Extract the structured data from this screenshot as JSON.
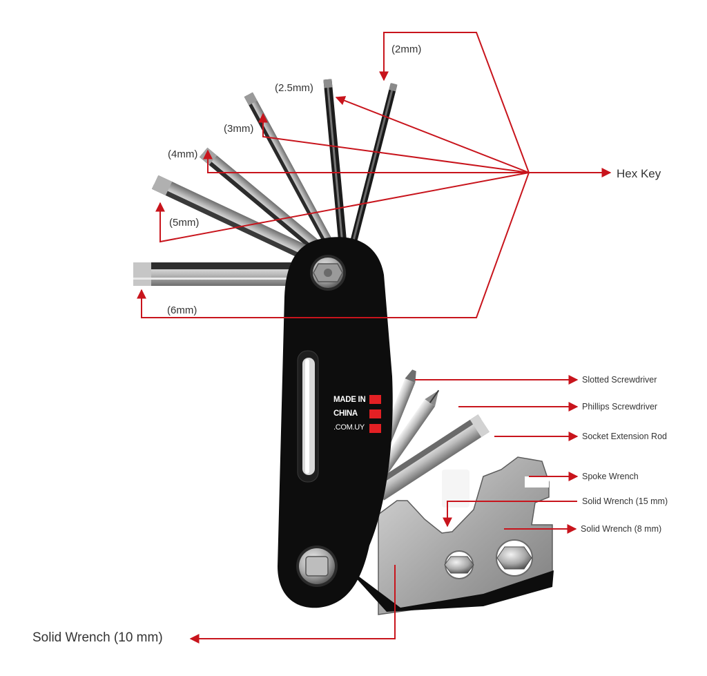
{
  "colors": {
    "leader": "#c8141c",
    "body": "#0d0d0d",
    "steel_light": "#e8e8e8",
    "steel_mid": "#b4b4b4",
    "steel_dark": "#555555",
    "logo_red": "#e32024"
  },
  "labels": {
    "hex_2": "(2mm)",
    "hex_25": "(2.5mm)",
    "hex_3": "(3mm)",
    "hex_4": "(4mm)",
    "hex_5": "(5mm)",
    "hex_6": "(6mm)",
    "hex_key": "Hex Key",
    "slotted": "Slotted Screwdriver",
    "phillips": "Phillips Screwdriver",
    "socket_rod": "Socket Extension Rod",
    "spoke": "Spoke Wrench",
    "solid15": "Solid Wrench (15 mm)",
    "solid8": "Solid Wrench (8 mm)",
    "solid10": "Solid Wrench (10 mm)"
  },
  "logo": {
    "line1": "MADE IN",
    "line2": "CHINA",
    "line3": ".COM.UY"
  }
}
